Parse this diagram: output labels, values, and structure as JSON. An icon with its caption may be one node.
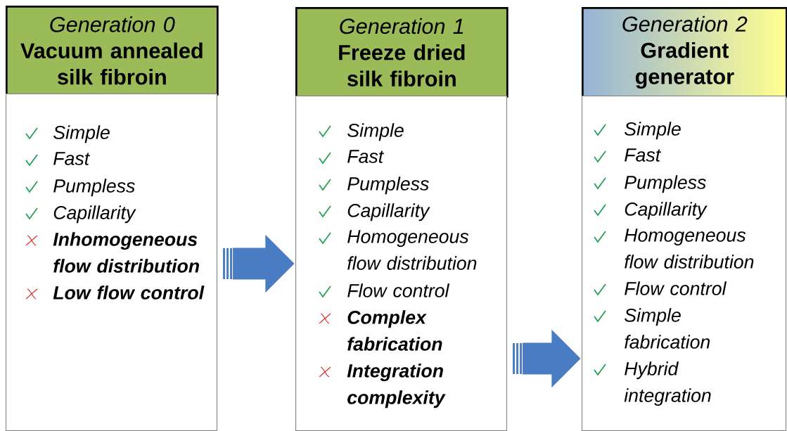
{
  "diagram": {
    "nodes": [
      {
        "text": [
          "Generation 0",
          "Vacuum annealed silk fibroin"
        ]
      },
      {
        "text": [
          "Simple",
          "Fast",
          "Pumpless",
          "Capillarity",
          "Inhomogeneous flow distribution",
          "Low flow control"
        ]
      },
      {
        "text": [
          "Generation 1",
          "Freeze dried silk fibroin"
        ]
      },
      {
        "text": [
          "Simple",
          "Fast",
          "Pumpless",
          "Capillarity",
          "Homogeneous flow distribution",
          "Flow control",
          "Complex fabrication",
          "Integration complexity"
        ]
      },
      {
        "text": [
          "Generation 2",
          "Gradient generator"
        ]
      },
      {
        "text": [
          "Simple",
          "Fast",
          "Pumpless",
          "Capillarity",
          "Homogeneous flow distribution",
          "Flow control",
          "Simple fabrication",
          "Hybrid integration"
        ]
      }
    ],
    "edges": [
      {
        "from": 1,
        "to": 3,
        "arrow": "to"
      },
      {
        "from": 3,
        "to": 5,
        "arrow": "to"
      }
    ]
  }
}
